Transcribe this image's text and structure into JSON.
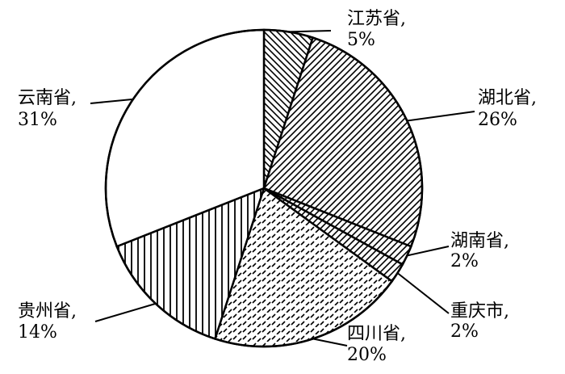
{
  "chart_data": {
    "type": "pie",
    "title": "",
    "slices": [
      {
        "name": "江苏省,",
        "value": 5,
        "label": "5%",
        "pattern": "hatch-back"
      },
      {
        "name": "湖北省,",
        "value": 26,
        "label": "26%",
        "pattern": "hatch-forward"
      },
      {
        "name": "湖南省,",
        "value": 2,
        "label": "2%",
        "pattern": "hatch-forward"
      },
      {
        "name": "重庆市,",
        "value": 2,
        "label": "2%",
        "pattern": "hatch-forward"
      },
      {
        "name": "四川省,",
        "value": 20,
        "label": "20%",
        "pattern": "dashes"
      },
      {
        "name": "贵州省,",
        "value": 14,
        "label": "14%",
        "pattern": "vertical"
      },
      {
        "name": "云南省,",
        "value": 31,
        "label": "31%",
        "pattern": "none"
      }
    ],
    "start": "12 o'clock",
    "direction": "clockwise",
    "legend": "none (labels outside with leader lines)",
    "colors": {
      "stroke": "#000000",
      "fill": "#ffffff"
    }
  }
}
